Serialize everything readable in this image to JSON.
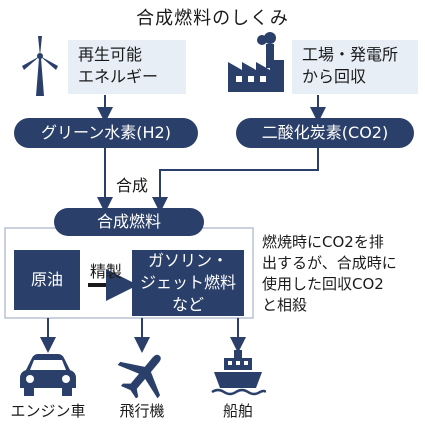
{
  "title": "合成燃料のしくみ",
  "sources": {
    "renewable": {
      "line1": "再生可能",
      "line2": "エネルギー"
    },
    "industry": {
      "line1": "工場・発電所",
      "line2": "から回収"
    }
  },
  "inputs": {
    "hydrogen": "グリーン水素(H2)",
    "co2": "二酸化炭素(CO2)"
  },
  "process_label": "合成",
  "product": "合成燃料",
  "crude": "原油",
  "refine_label": "精製",
  "fuels": {
    "line1": "ガソリン・",
    "line2": "ジェット燃料",
    "line3": "など"
  },
  "note": {
    "line1": "燃焼時にCO2を排",
    "line2": "出するが、合成時に",
    "line3": "使用した回収CO2",
    "line4": "と相殺"
  },
  "uses": [
    "エンジン車",
    "飛行機",
    "船舶"
  ],
  "colors": {
    "navy": "#2a3f6a",
    "light_blue": "#e8eef6",
    "arrow": "#2a3f6a"
  }
}
